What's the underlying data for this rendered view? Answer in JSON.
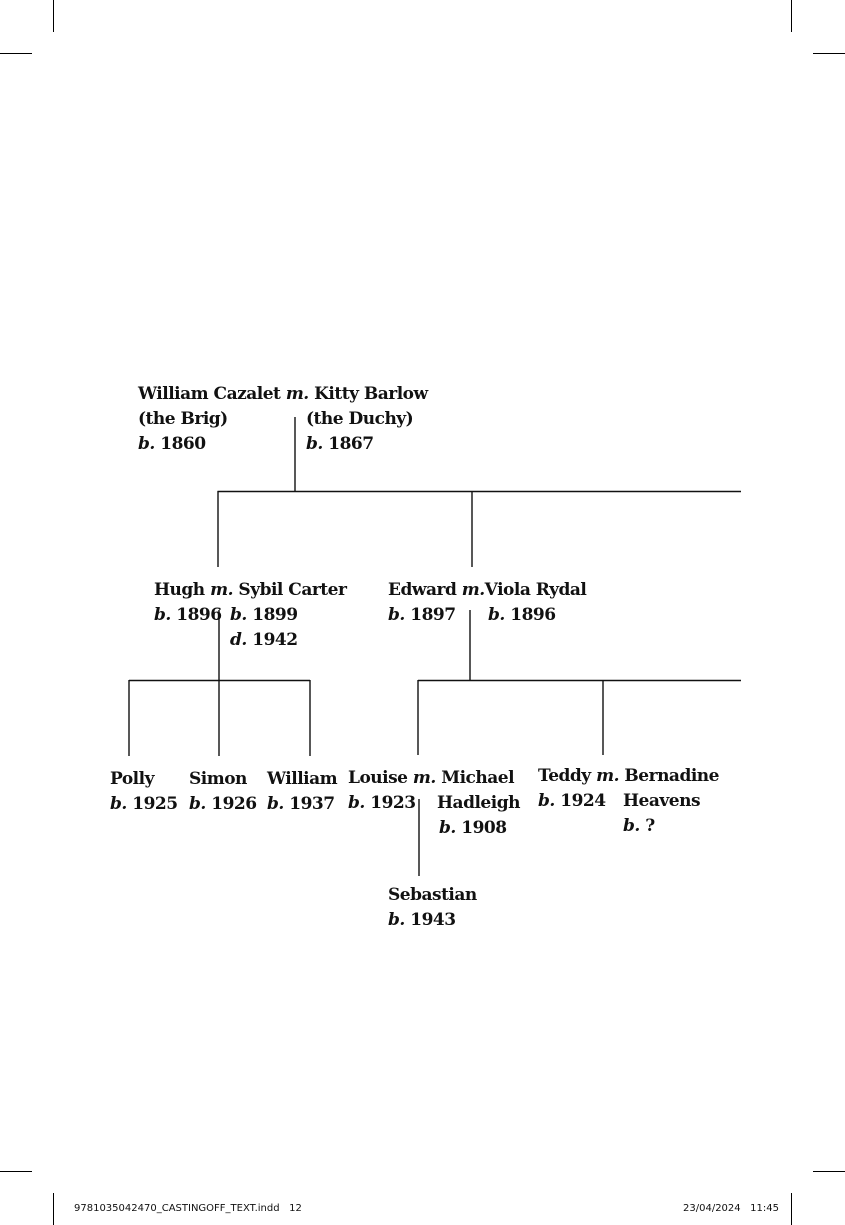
{
  "marks": {
    "born": "b.",
    "died": "d.",
    "married": "m."
  },
  "brig": {
    "name": "William Cazalet",
    "nickname": "(the Brig)",
    "born": "1860"
  },
  "duchy": {
    "name": "Kitty Barlow",
    "nickname": "(the Duchy)",
    "born": "1867"
  },
  "hugh": {
    "name": "Hugh",
    "born": "1896"
  },
  "sybil": {
    "name": "Sybil Carter",
    "born": "1899",
    "died": "1942"
  },
  "edward": {
    "name": "Edward",
    "born": "1897"
  },
  "viola": {
    "name": "Viola Rydal",
    "born": "1896"
  },
  "polly": {
    "name": "Polly",
    "born": "1925"
  },
  "simon": {
    "name": "Simon",
    "born": "1926"
  },
  "william": {
    "name": "William",
    "born": "1937"
  },
  "louise": {
    "name": "Louise",
    "born": "1923"
  },
  "michael": {
    "name_line1": "Michael",
    "name_line2": "Hadleigh",
    "born": "1908"
  },
  "teddy": {
    "name": "Teddy",
    "born": "1924"
  },
  "bernadine": {
    "name_line1": "Bernadine",
    "name_line2": "Heavens",
    "born": "?"
  },
  "sebastian": {
    "name": "Sebastian",
    "born": "1943"
  },
  "slug": {
    "file": "9781035042470_CASTINGOFF_TEXT.indd   12",
    "datetime": "23/04/2024   11:45"
  },
  "colors": {
    "ink": "#111111",
    "background": "#ffffff"
  }
}
